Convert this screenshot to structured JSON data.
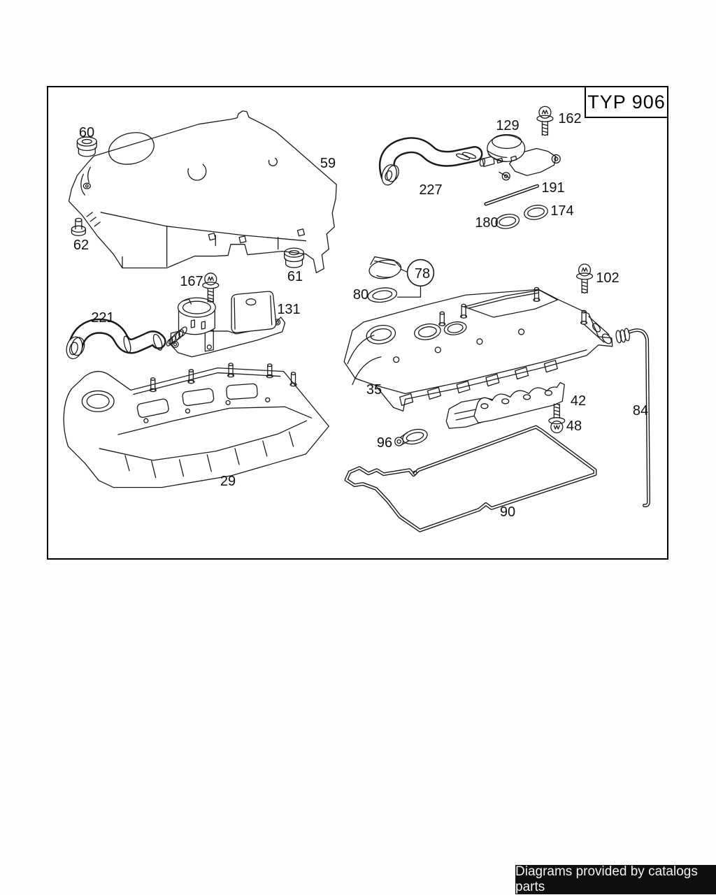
{
  "diagram": {
    "type_box_label": "TYP 906",
    "part_labels": [
      "60",
      "62",
      "59",
      "61",
      "167",
      "131",
      "221",
      "29",
      "227",
      "129",
      "162",
      "191",
      "180",
      "174",
      "78",
      "80",
      "102",
      "35",
      "42",
      "48",
      "96",
      "90",
      "84"
    ]
  },
  "footer": {
    "text": "Diagrams provided by catalogs parts"
  },
  "colors": {
    "line": "#1a1a1a",
    "page_bg": "#fdfdfd",
    "frame_bg": "#ffffff",
    "footer_bg": "#0e0e0e",
    "footer_text": "#f2f2f2"
  }
}
